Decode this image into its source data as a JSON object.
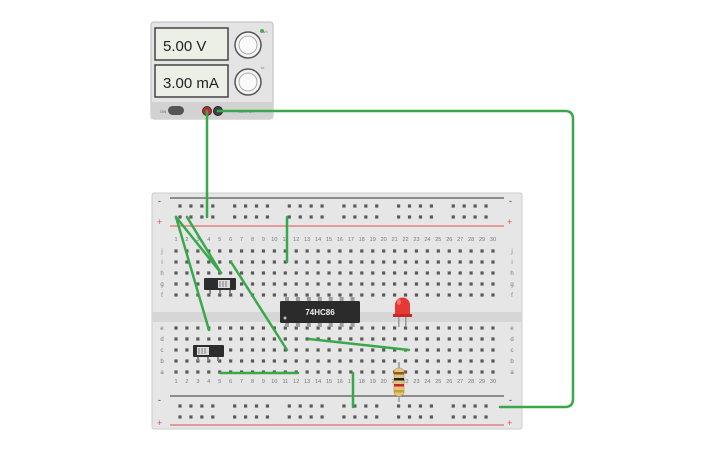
{
  "power_supply": {
    "voltage_display": "5.00 V",
    "current_display": "3.00 mA",
    "knob_voltage_label": "Vo",
    "knob_current_label": "Io",
    "knob_min_label": "0",
    "knob_voltage_max": "5V",
    "knob_current_max": "1A",
    "on_label": "ON",
    "output_label": "OUTPUT"
  },
  "breadboard": {
    "column_numbers": [
      "1",
      "2",
      "3",
      "4",
      "5",
      "6",
      "7",
      "8",
      "9",
      "10",
      "11",
      "12",
      "13",
      "14",
      "15",
      "16",
      "17",
      "18",
      "19",
      "20",
      "21",
      "22",
      "23",
      "24",
      "25",
      "26",
      "27",
      "28",
      "29",
      "30"
    ],
    "top_row_letters": [
      "j",
      "i",
      "h",
      "g",
      "f"
    ],
    "bottom_row_letters": [
      "e",
      "d",
      "c",
      "b",
      "a"
    ],
    "rail_minus": "-",
    "rail_plus": "+"
  },
  "chip": {
    "label": "74HC86"
  },
  "colors": {
    "wire": "#3aa84a",
    "rail_red": "#d9534f",
    "rail_black": "#333333",
    "board": "#e6e6e6",
    "led": "#e53935"
  }
}
